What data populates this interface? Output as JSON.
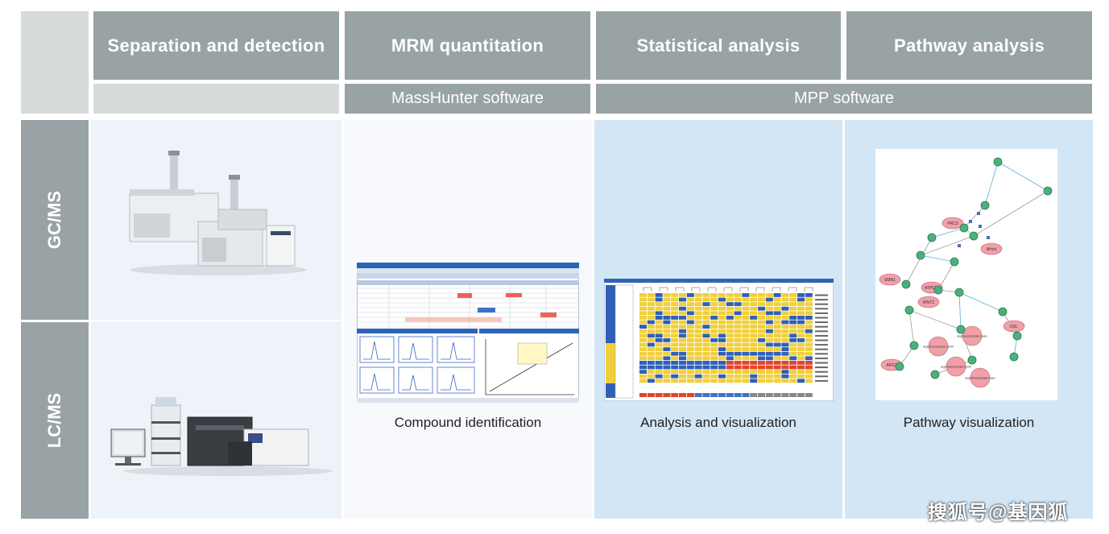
{
  "columns": {
    "separation": "Separation and detection",
    "mrm": "MRM quantitation",
    "statistical": "Statistical analysis",
    "pathway": "Pathway analysis"
  },
  "software": {
    "masshunter": "MassHunter software",
    "mpp": "MPP software"
  },
  "rows": {
    "gcms": "GC/MS",
    "lcms": "LC/MS"
  },
  "captions": {
    "compound": "Compound identification",
    "analysis": "Analysis and visualization",
    "pathway": "Pathway visualization"
  },
  "pathway_nodes": [
    "PRC2",
    "AHcd",
    "SMN1",
    "WNT2",
    "ATP6AL",
    "APG2",
    "DXL",
    "argininosuccinate synth",
    "argininosuccinate lyase"
  ],
  "watermark": "搜狐号@基因狐",
  "colors": {
    "header_gray": "#99a3a5",
    "light_gray": "#d6dbdc",
    "panel_light": "#eef3f9",
    "panel_blue": "#d3e6f5",
    "heatmap_yellow": "#f1cf3a",
    "heatmap_blue": "#2f5fb8",
    "heatmap_red": "#e1442c",
    "pathway_red": "#f0a0a8",
    "pathway_green": "#4bb07a"
  }
}
